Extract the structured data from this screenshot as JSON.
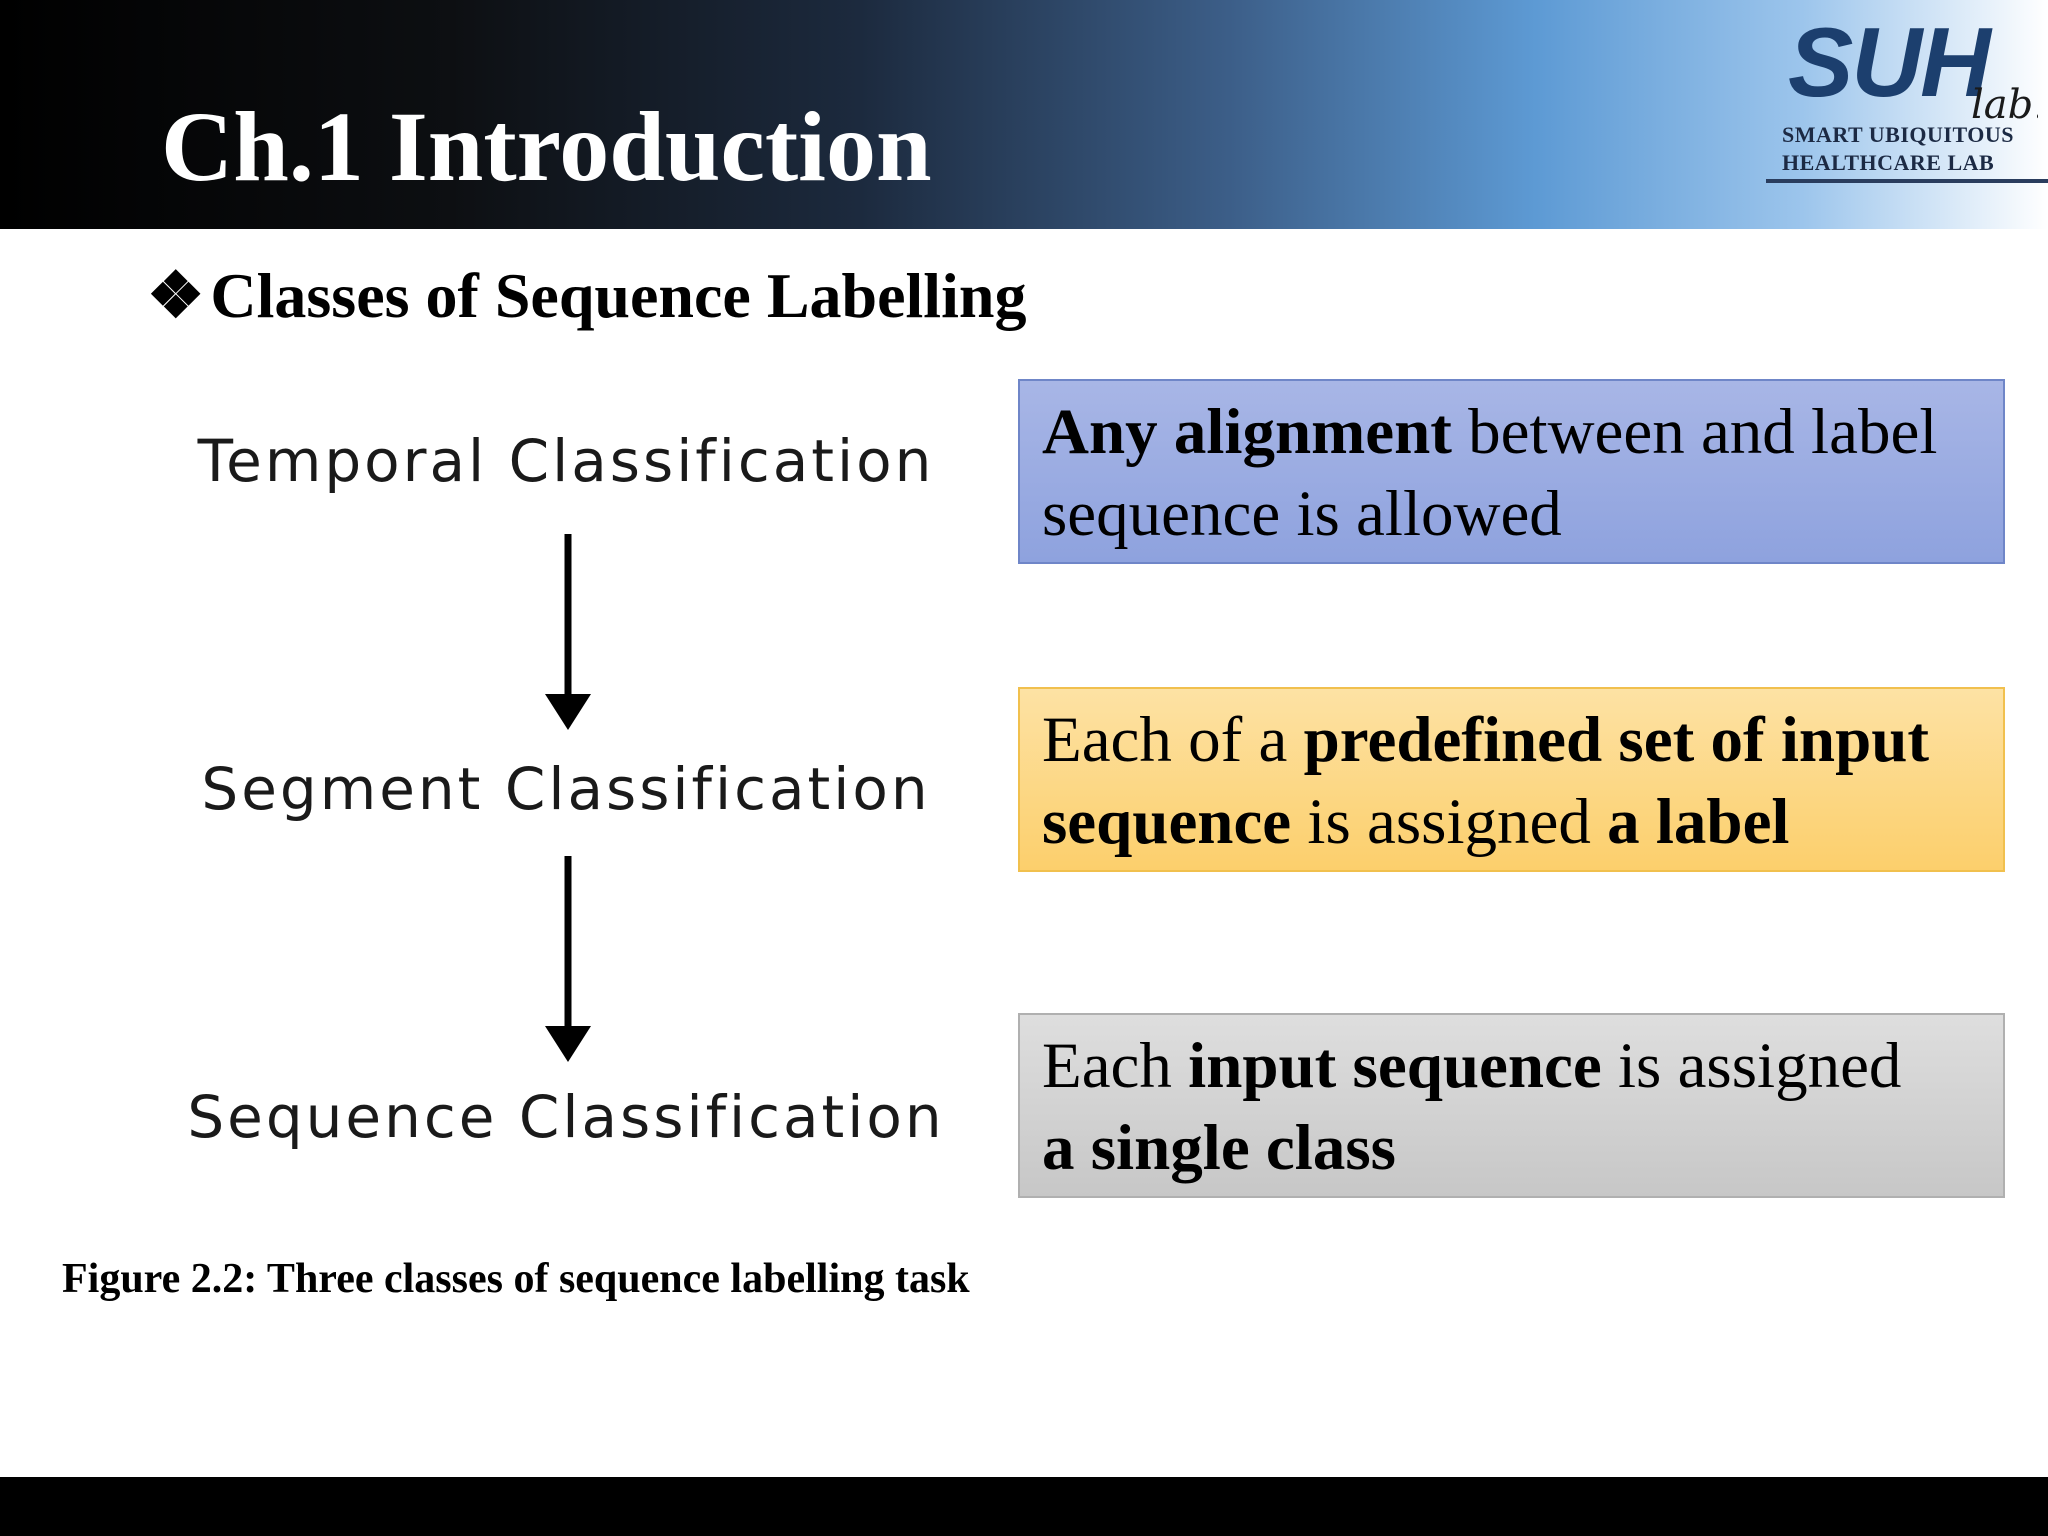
{
  "slide": {
    "title": "Ch.1 Introduction",
    "logo": {
      "mark": "SUH",
      "mark_suffix": "lab.",
      "line1": "SMART UBIQUITOUS",
      "line2": "HEALTHCARE LAB"
    },
    "subtitle": {
      "bullet": "❖",
      "text": "Classes of Sequence Labelling"
    },
    "diagram": {
      "stages": [
        "Temporal Classification",
        "Segment Classification",
        "Sequence Classification"
      ],
      "descriptions": [
        {
          "color": "#8ea2de",
          "segments": [
            {
              "text": "Any alignment",
              "bold": true
            },
            {
              "text": " between and label sequence is allowed",
              "bold": false
            }
          ]
        },
        {
          "color": "#fccf6c",
          "segments": [
            {
              "text": "Each of a ",
              "bold": false
            },
            {
              "text": "predefined set of input sequence",
              "bold": true
            },
            {
              "text": " is assigned ",
              "bold": false
            },
            {
              "text": "a label",
              "bold": true
            }
          ]
        },
        {
          "color": "#c7c7c7",
          "segments": [
            {
              "text": "Each ",
              "bold": false
            },
            {
              "text": "input sequence",
              "bold": true
            },
            {
              "text": " is assigned ",
              "bold": false
            },
            {
              "text": "a single class",
              "bold": true
            }
          ]
        }
      ]
    },
    "caption": "Figure 2.2: Three classes of sequence labelling task"
  }
}
